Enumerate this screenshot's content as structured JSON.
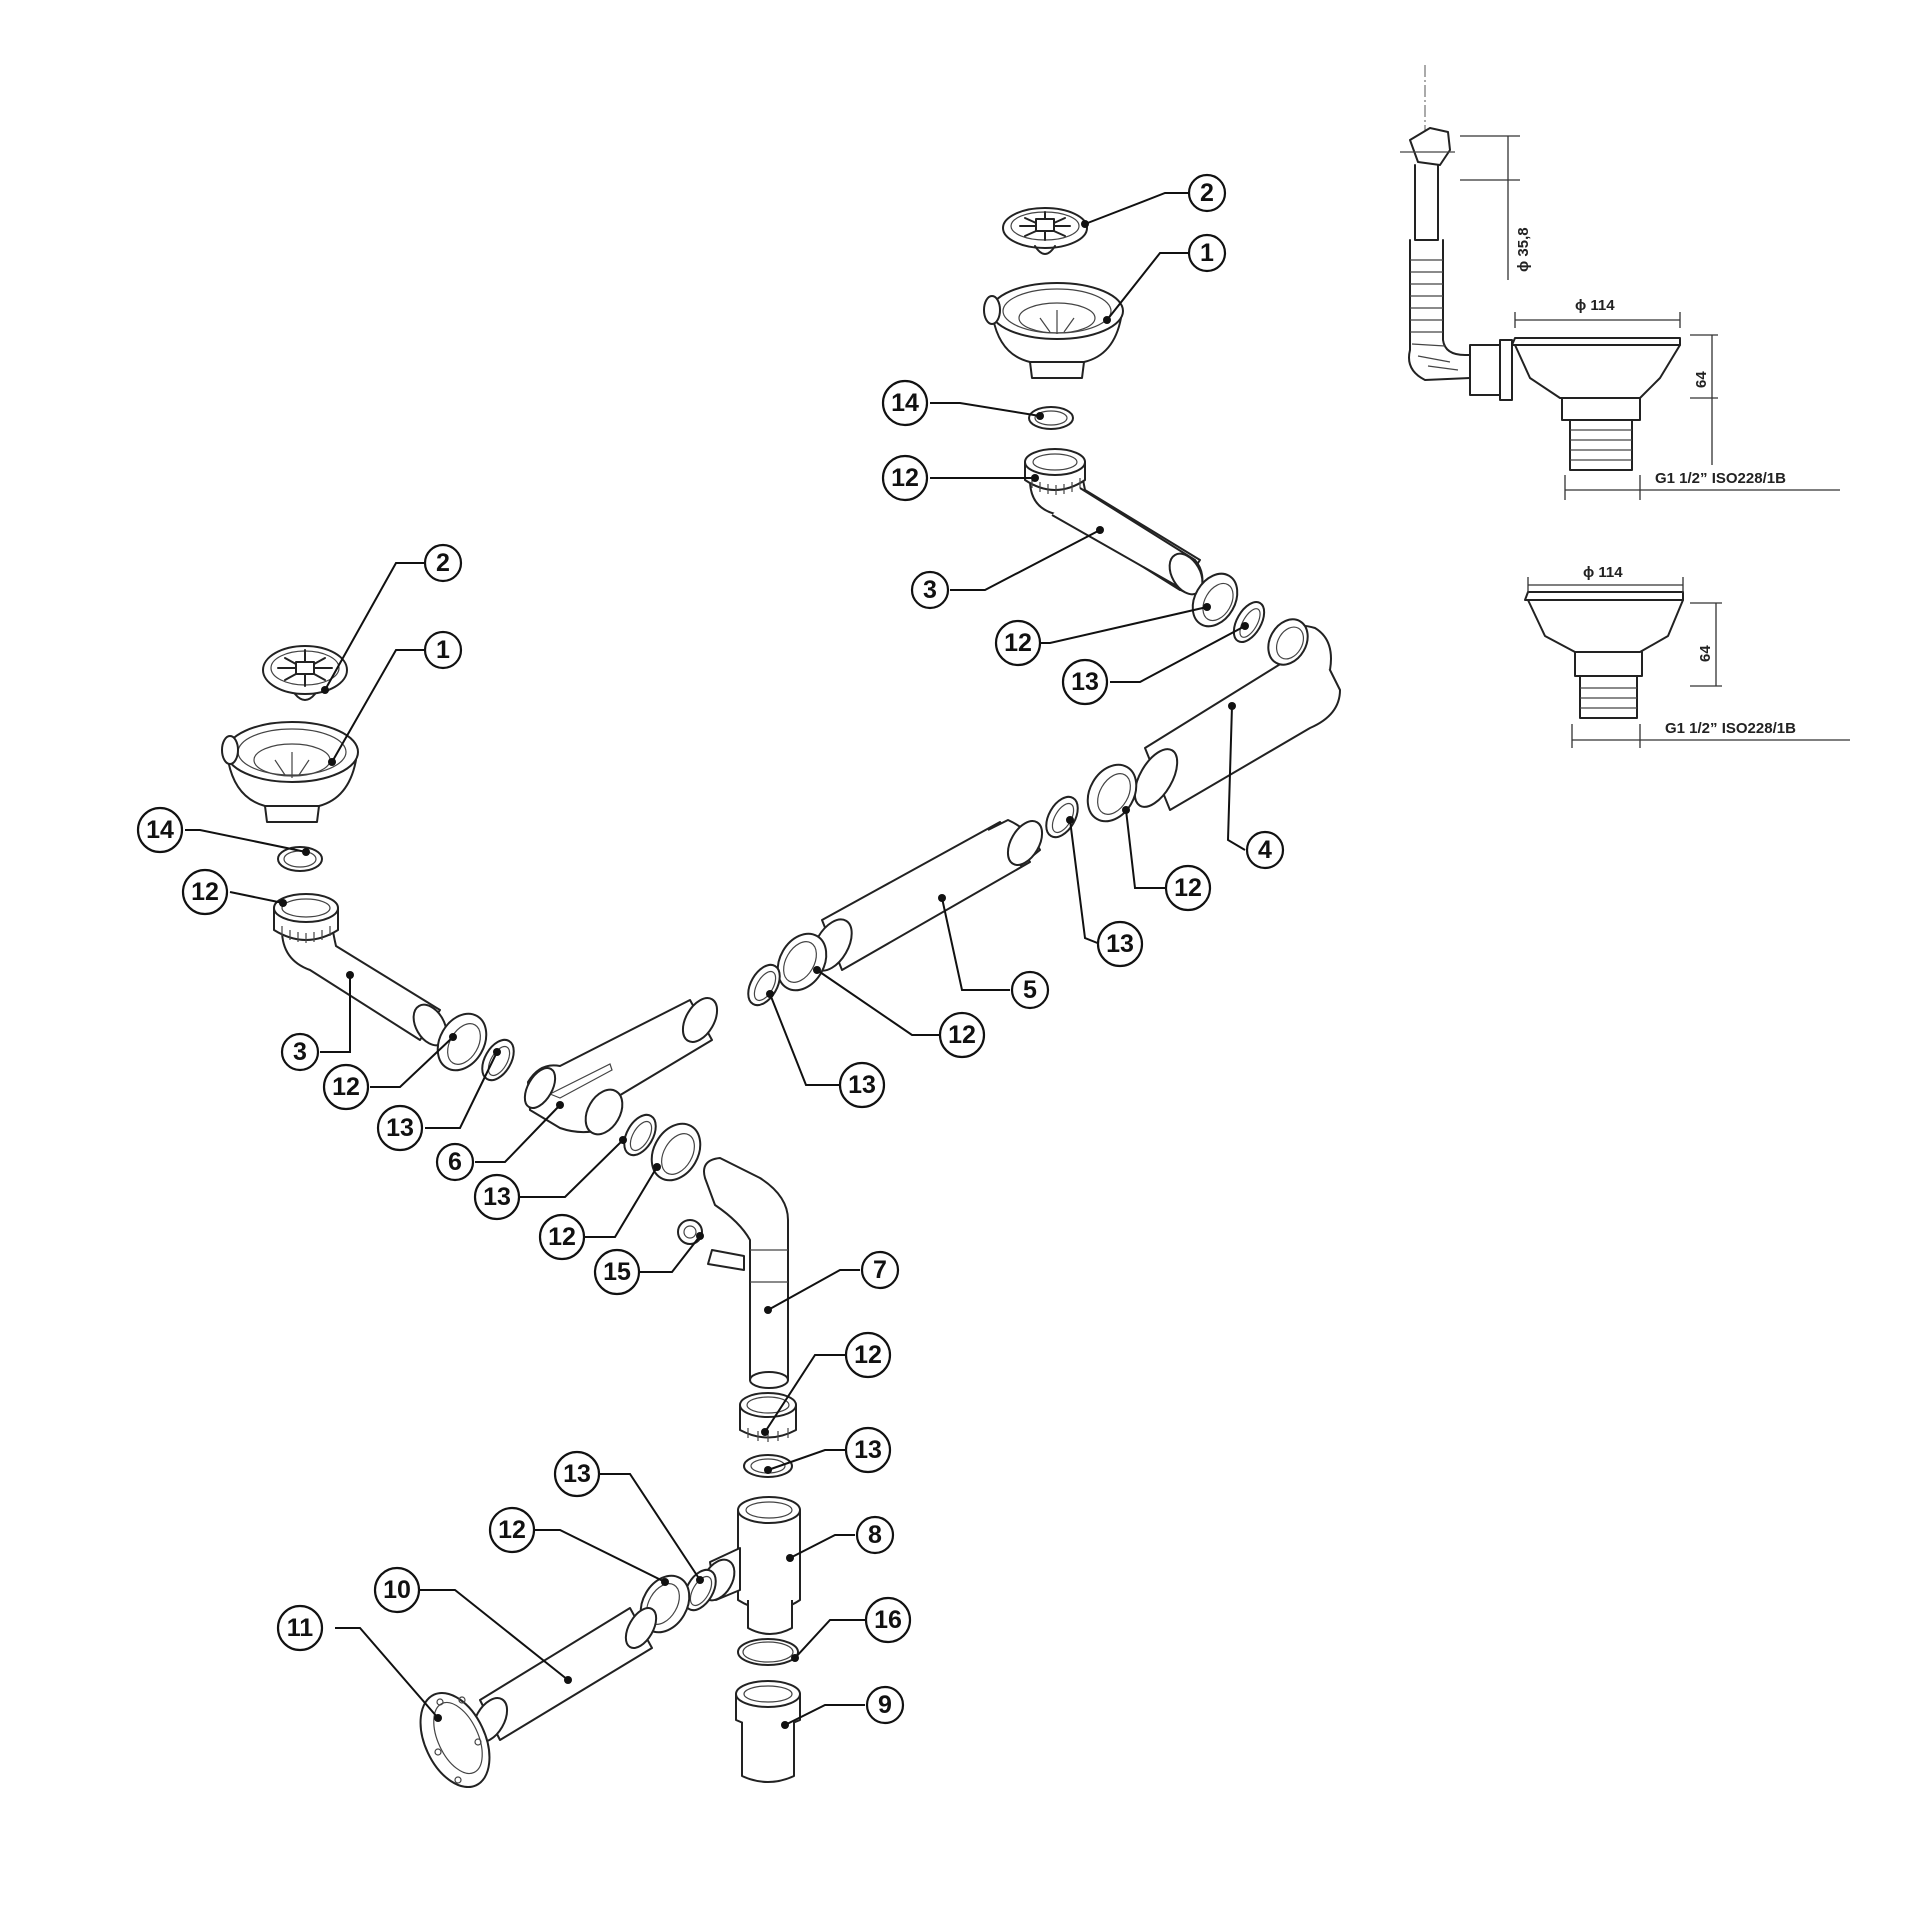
{
  "callouts": {
    "c1": "1",
    "c2": "2",
    "c3": "3",
    "c4": "4",
    "c5": "5",
    "c6": "6",
    "c7": "7",
    "c8": "8",
    "c9": "9",
    "c10": "10",
    "c11": "11",
    "c12": "12",
    "c13": "13",
    "c14": "14",
    "c15": "15",
    "c16": "16"
  },
  "dimensions": {
    "pipe_diameter": "ϕ 35,8",
    "strainer_diameter": "ϕ 114",
    "strainer_height": "64",
    "thread_spec": "G1 1/2” ISO228/1B"
  }
}
